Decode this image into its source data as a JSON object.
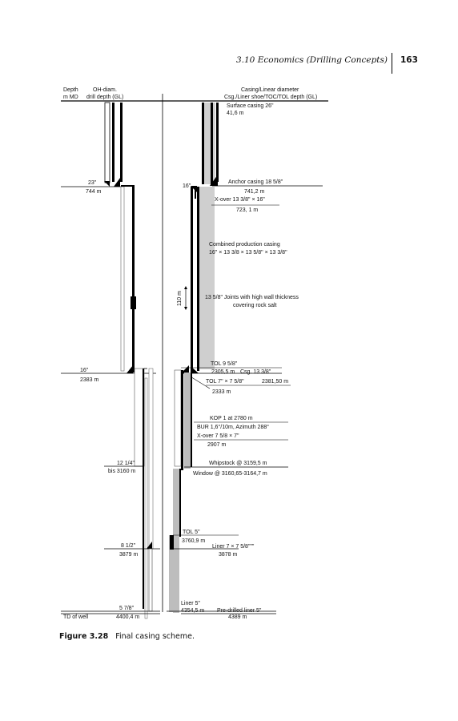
{
  "header": {
    "title": "3.10  Economics (Drilling Concepts)",
    "page": "163"
  },
  "left": {
    "header_depth": [
      "Depth",
      "m MD"
    ],
    "header_oh": [
      "OH-diam.",
      "drill depth (GL)"
    ],
    "marks": [
      {
        "size": "23\"",
        "depth": "744 m"
      },
      {
        "size": "16\"",
        "depth": "2383 m"
      },
      {
        "size": "12 1/4\"",
        "depth": "bis 3160 m"
      },
      {
        "size": "8 1/2\"",
        "depth": "3879 m"
      },
      {
        "size": "5 7/8\"",
        "depth": "4400,4 m"
      }
    ],
    "td_label": "TD of well"
  },
  "right": {
    "header": [
      "Casing/Linear diameter",
      "Csg./Liner shoe/TOC/TOL depth (GL)"
    ],
    "labels": [
      "Surface casing 26\"",
      "41,6 m",
      "Anchor casing 18 5/8\"",
      "741,2 m",
      "16\"",
      "X-over 13 3/8\" × 16\"",
      "723, 1 m",
      "Combined production casing",
      "16\" × 13 3/8 × 13 5/8\" × 13 3/8\"",
      "13 5/8\" Joints with high wall thickness",
      "covering rock salt",
      "110 m",
      "TOL 9 5/8\"",
      "2305,5 m",
      "Csg. 13 3/8\"",
      "TOL 7\" × 7 5/8\"",
      "2381,50 m",
      "2333 m",
      "KOP 1 at 2780 m",
      "BUR 1,6°/10m, Azimuth 288°",
      "X-over 7 5/8 × 7\"",
      "2907 m",
      "Whipstock @ 3159,5 m",
      "Window @ 3160,65-3164,7 m",
      "TOL 5\"",
      "3760,9 m",
      "Liner 7 × 7 5/8\"\"\"",
      "3878 m",
      "Liner 5\"",
      "4354,5 m",
      "Pre-drilled liner 5\"",
      "4389 m"
    ]
  },
  "caption": {
    "label": "Figure 3.28",
    "text": "Final casing scheme."
  }
}
